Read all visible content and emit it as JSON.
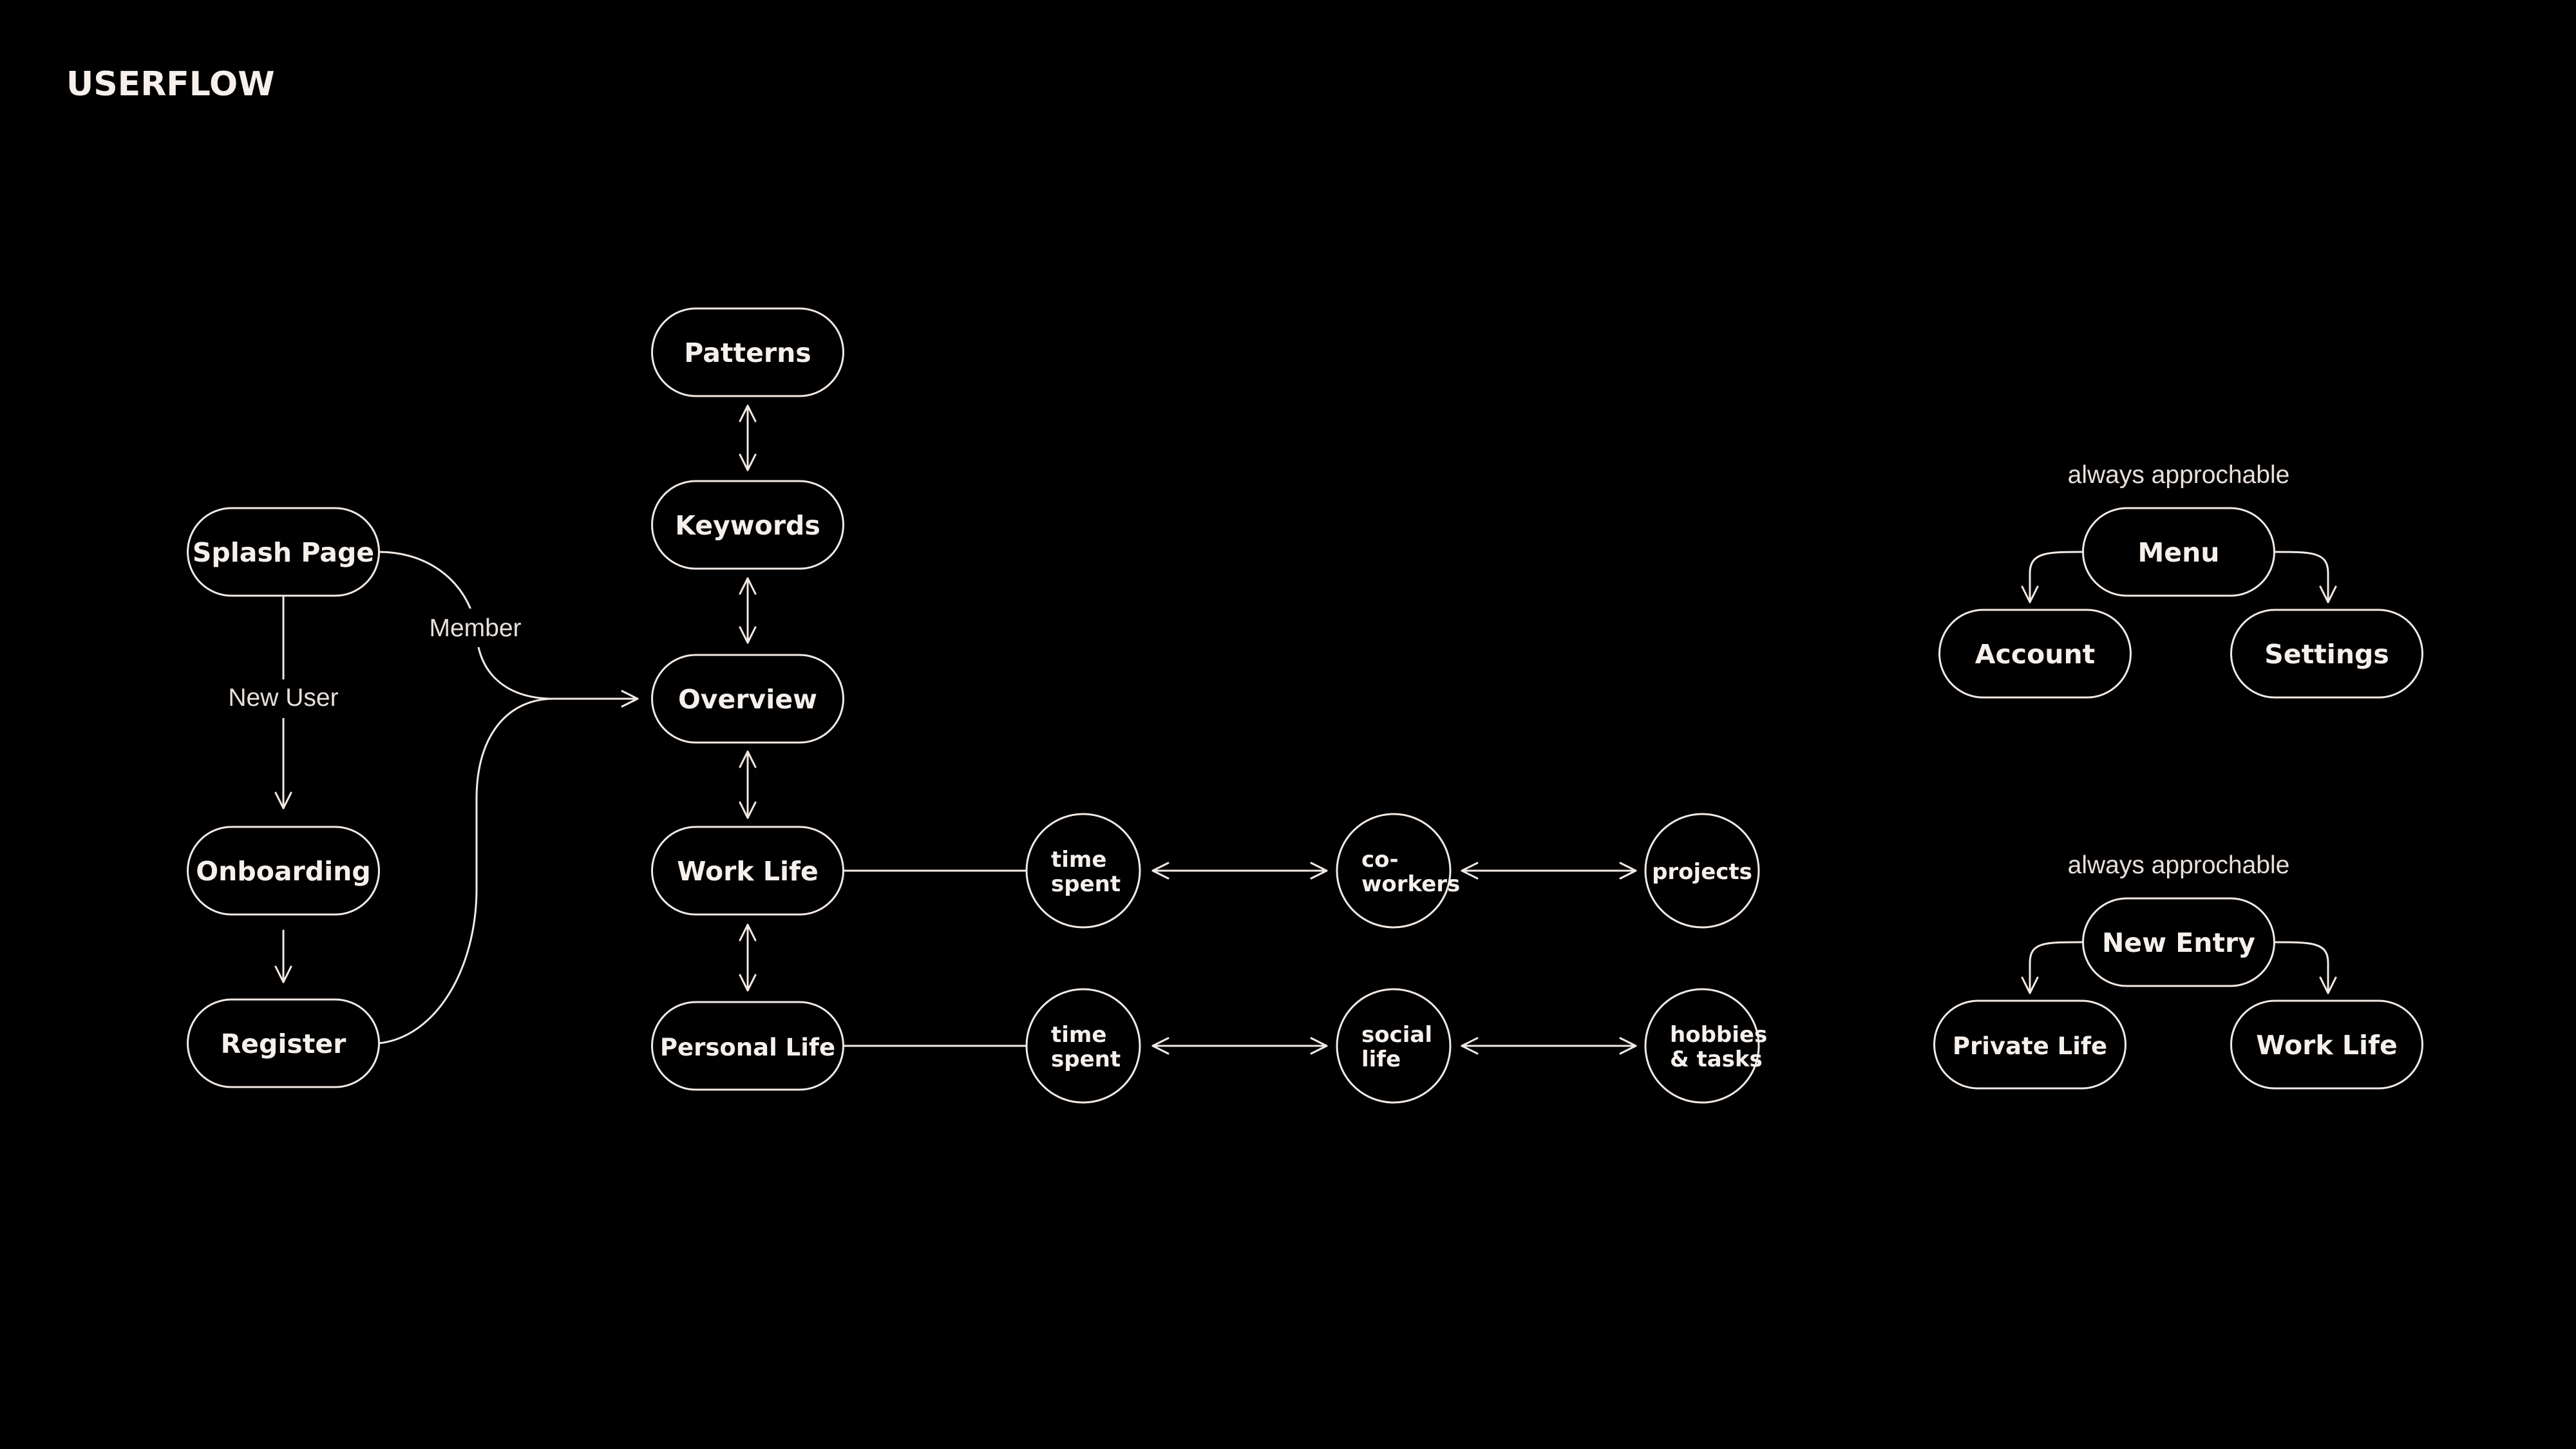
{
  "title": "USERFLOW",
  "colors": {
    "background": "#000000",
    "stroke": "#f1e9e4",
    "text": "#f6f0ec"
  },
  "nodes": {
    "splash": "Splash Page",
    "onboarding": "Onboarding",
    "register": "Register",
    "patterns": "Patterns",
    "keywords": "Keywords",
    "overview": "Overview",
    "work_life": "Work Life",
    "personal_life": "Personal Life",
    "time_spent_work": [
      "time",
      "spent"
    ],
    "coworkers": [
      "co-",
      "workers"
    ],
    "projects": [
      "projects"
    ],
    "time_spent_personal": [
      "time",
      "spent"
    ],
    "social_life": [
      "social",
      "life"
    ],
    "hobbies": [
      "hobbies",
      "& tasks"
    ],
    "menu": "Menu",
    "account": "Account",
    "settings": "Settings",
    "new_entry": "New Entry",
    "private_life": "Private Life",
    "work_life_entry": "Work Life"
  },
  "edge_labels": {
    "member": "Member",
    "new_user": "New User",
    "always_approachable_menu": "always approchable",
    "always_approachable_entry": "always approchable"
  }
}
